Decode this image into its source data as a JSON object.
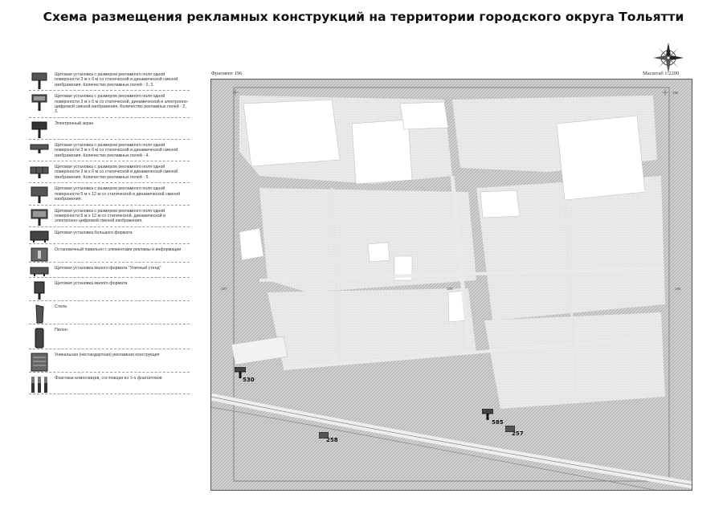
{
  "title": "Схема размещения рекламных конструкций на территории городского округа Тольятти",
  "map": {
    "fragment": "Фрагмент 196",
    "scale": "Масштаб 1:2200",
    "center_label": "196",
    "corner_label_top": "196",
    "left_label": "197",
    "right_label": "195"
  },
  "legend": [
    {
      "icon": "billboard-3x6-icon",
      "text": "Щитовая установка с размером рекламного поля одной поверхности 3 м х 6 м со статической и динамической сменой изображения. Количество рекламных полей - 2, 3."
    },
    {
      "icon": "billboard-3x6-digital-icon",
      "text": "Щитовая установка с размером рекламного поля одной поверхности 3 м х 6 м со статической, динамической и электронно-цифровой сменой изображения. Количество рекламных полей - 2, 3."
    },
    {
      "icon": "electronic-screen-icon",
      "text": "Электронный экран"
    },
    {
      "icon": "billboard-3x6-four-icon",
      "text": "Щитовая установка с размером рекламного поля одной поверхности 3 м х 6 м со статической и динамической сменой изображения. Количество рекламных полей - 4."
    },
    {
      "icon": "billboard-3x6-five-icon",
      "text": "Щитовая установка с размером рекламного поля одной поверхности 3 м х 6 м со статической и динамической сменой изображения. Количество рекламных полей - 5."
    },
    {
      "icon": "billboard-5x12-icon",
      "text": "Щитовая установка с размером рекламного поля одной поверхности 5 м х 12 м со статической и динамической сменой изображения."
    },
    {
      "icon": "billboard-5x12-digital-icon",
      "text": "Щитовая установка с размером рекламного поля одной поверхности 5 м х 12 м со статической, динамической и электронно-цифровой сменой изображения."
    },
    {
      "icon": "large-format-icon",
      "text": "Щитовая установка большого формата"
    },
    {
      "icon": "pavilion-icon",
      "text": "Остановочный павильон с элементами рекламы и информации"
    },
    {
      "icon": "street-stand-icon",
      "text": "Щитовая установка малого формата \"Уличный стенд\""
    },
    {
      "icon": "small-format-icon",
      "text": "Щитовая установка малого формата"
    },
    {
      "icon": "stele-icon",
      "text": "Стела"
    },
    {
      "icon": "pylon-icon",
      "text": "Пилон"
    },
    {
      "icon": "unique-structure-icon",
      "text": "Уникальная (нестандартная) рекламная конструкция"
    },
    {
      "icon": "flag-composition-icon",
      "text": "Флаговая композиция, состоящая из 3-х флагштоков"
    }
  ],
  "markers": [
    {
      "id": "530",
      "label": "530"
    },
    {
      "id": "585",
      "label": "585"
    },
    {
      "id": "257",
      "label": "257"
    },
    {
      "id": "258",
      "label": "258"
    }
  ]
}
